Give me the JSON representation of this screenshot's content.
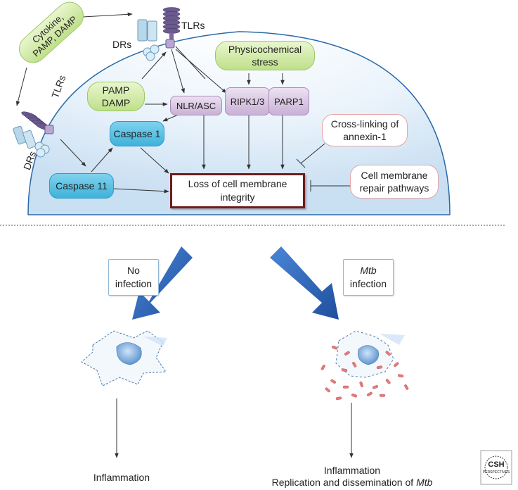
{
  "stimuli": {
    "label": "Cytokine,\nPAMP, DAMP"
  },
  "receptors": {
    "tlrs_top": "TLRs",
    "drs_top": "DRs",
    "tlrs_left": "TLRs",
    "drs_left": "DRs"
  },
  "nodes": {
    "physicochemical_stress": "Physicochemical\nstress",
    "pamp_damp": "PAMP\nDAMP",
    "nlr_asc": "NLR/ASC",
    "ripk": "RIPK1/3",
    "parp1": "PARP1",
    "caspase1": "Caspase 1",
    "caspase11": "Caspase 11",
    "annexin": "Cross-linking of\nannexin-1",
    "repair": "Cell membrane\nrepair pathways",
    "loss": "Loss of cell membrane\nintegrity"
  },
  "outcomes": {
    "no_infection": "No\ninfection",
    "mtb_infection_italic": "Mtb",
    "mtb_infection_rest": "infection",
    "left_result": "Inflammation",
    "right_result_line1": "Inflammation",
    "right_result_line2_prefix": "Replication and dissemination of ",
    "right_result_line2_italic": "Mtb"
  },
  "logo": {
    "text": "CSH",
    "subtext": "PERSPECTIVES"
  },
  "colors": {
    "cell_fill": "#dcebf8",
    "green_box": "#bfe08a",
    "purple_box": "#c9b1d6",
    "blue_box": "#3fb2db",
    "loss_border": "#6e1c1c",
    "big_arrow": "#2f6bbf"
  }
}
